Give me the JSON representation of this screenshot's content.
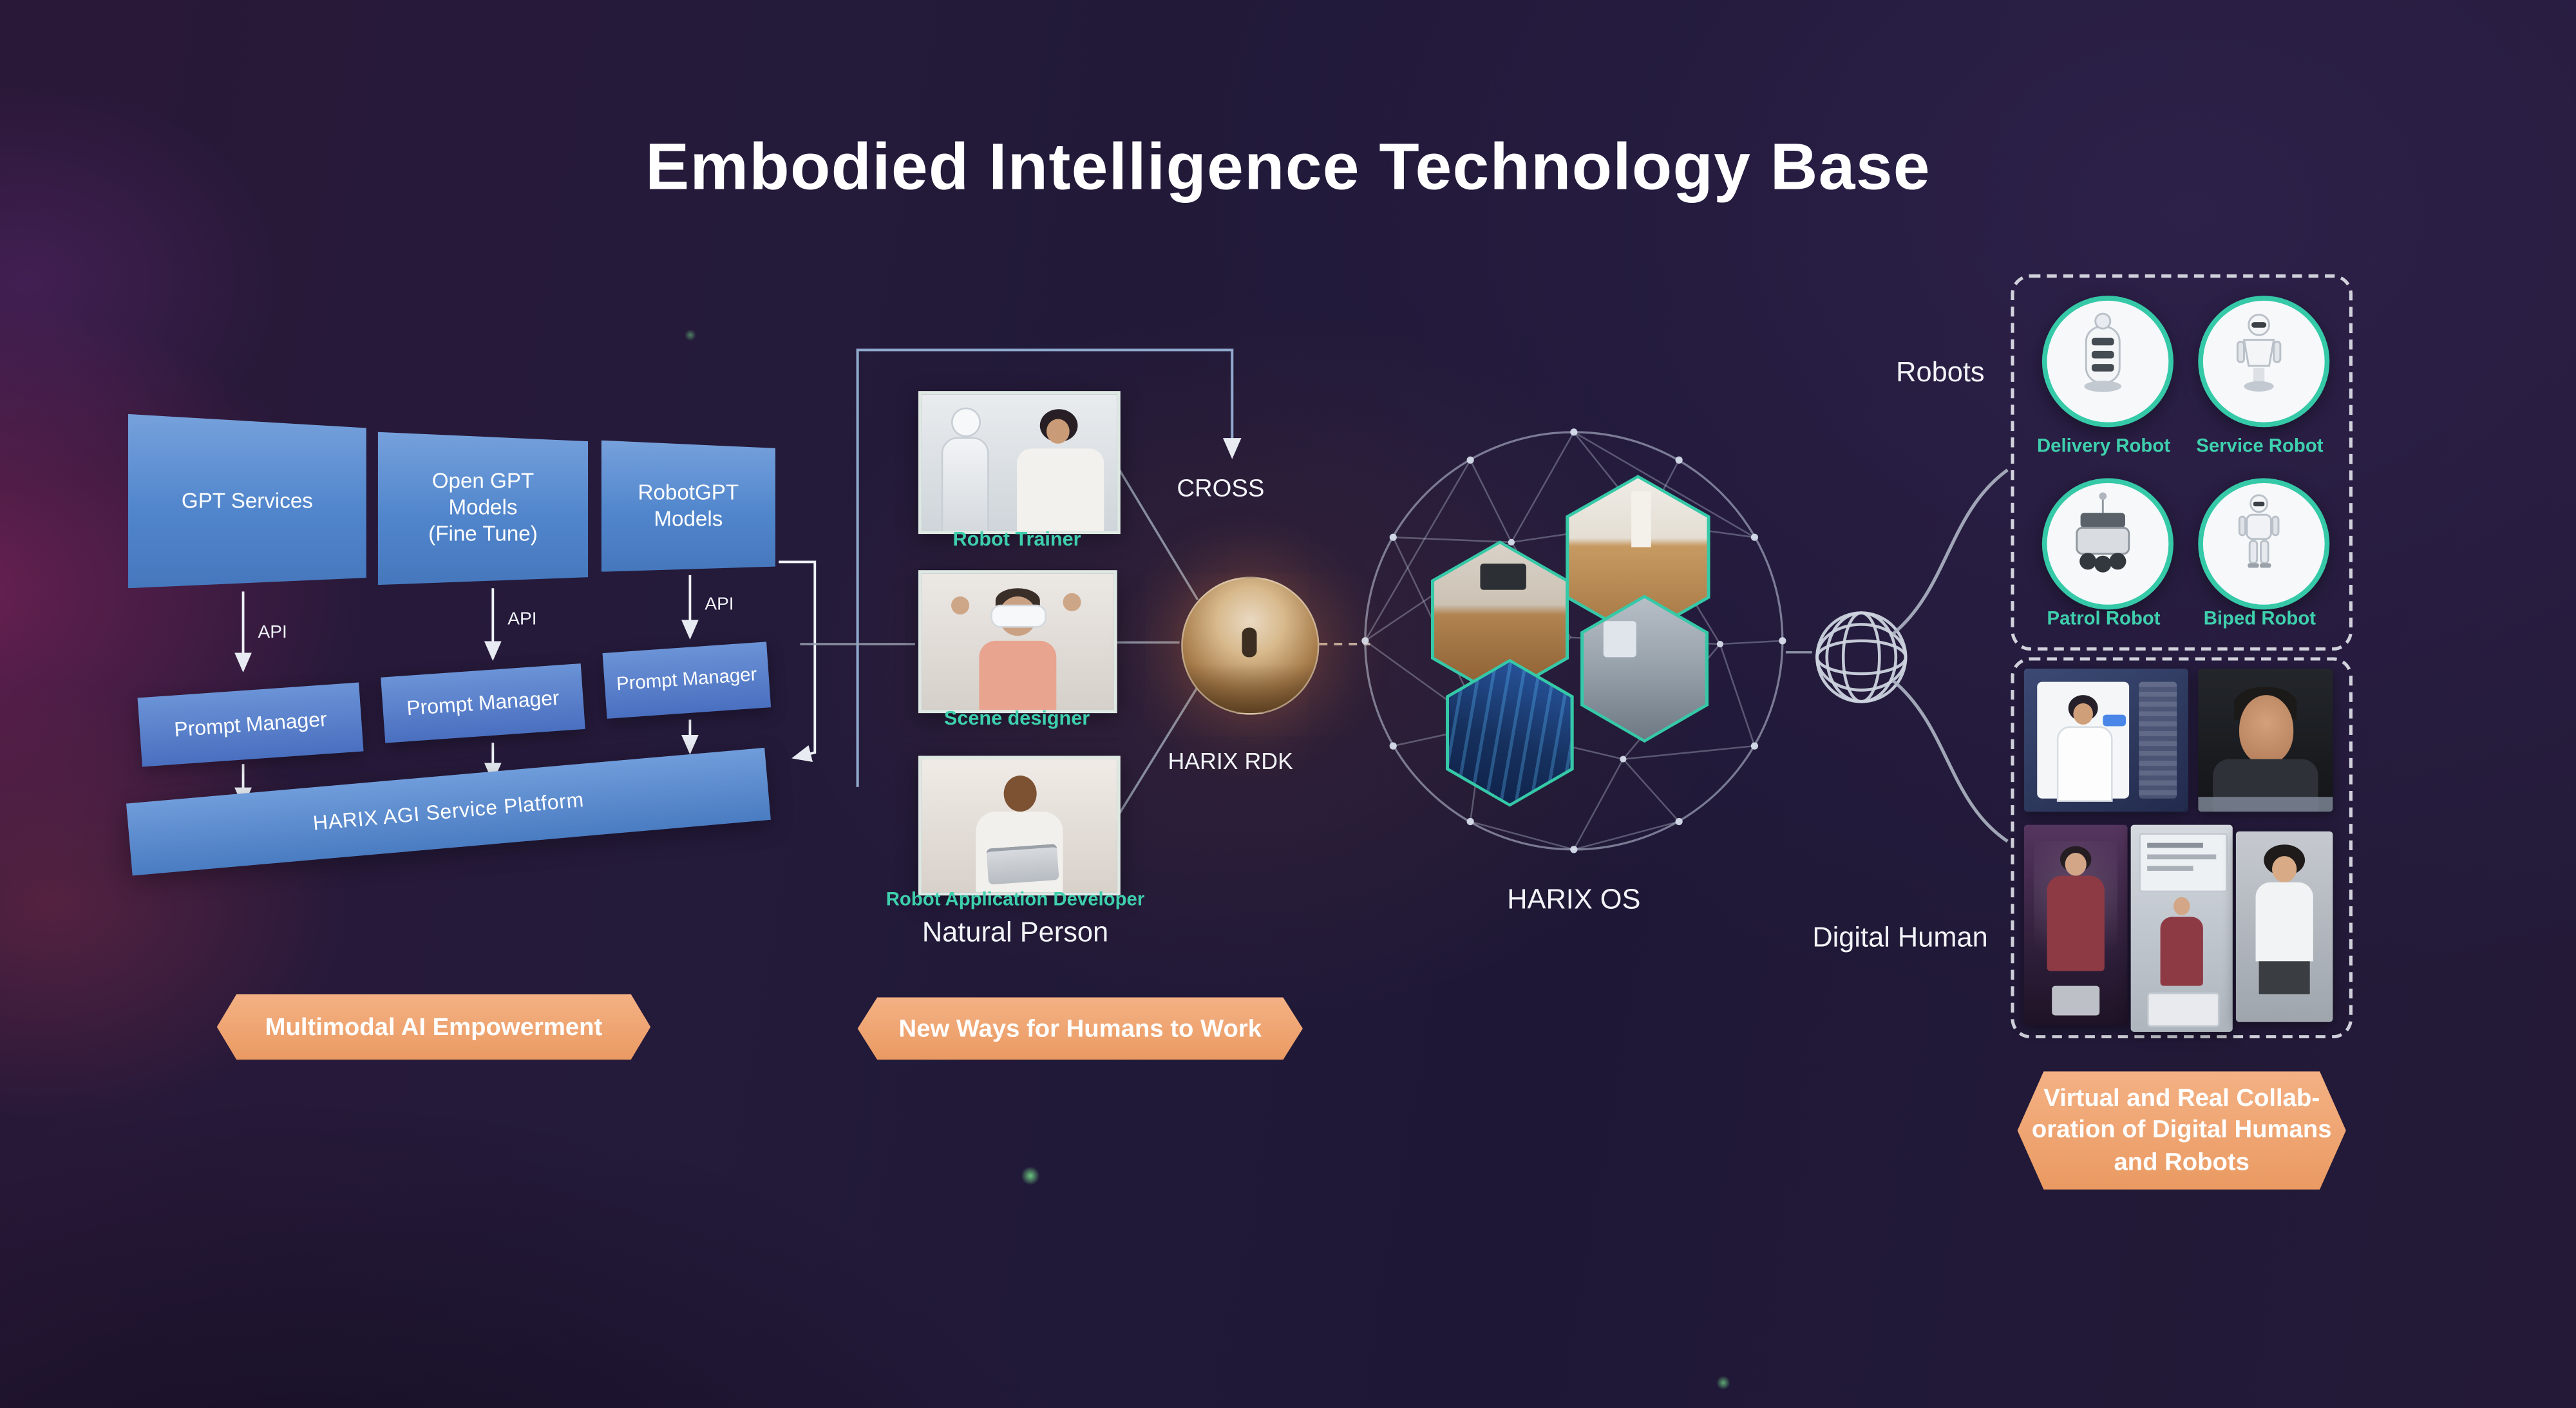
{
  "title": "Embodied Intelligence Technology Base",
  "colors": {
    "accent_orange": "#efa172",
    "teal": "#35c9a8",
    "blue": "#5b8fd4"
  },
  "ai_stack": {
    "boxes": [
      {
        "label": "GPT Services"
      },
      {
        "label": "Open GPT\nModels\n(Fine Tune)"
      },
      {
        "label": "RobotGPT\nModels"
      }
    ],
    "api_label": "API",
    "prompt_managers": [
      {
        "label": "Prompt Manager"
      },
      {
        "label": "Prompt Manager"
      },
      {
        "label": "Prompt Manager"
      }
    ],
    "platform_label": "HARIX AGI Service Platform",
    "banner": "Multimodal AI Empowerment"
  },
  "humans": {
    "cards": [
      {
        "caption": "Robot Trainer"
      },
      {
        "caption": "Scene designer"
      },
      {
        "caption": "Robot Application Developer"
      }
    ],
    "group_label": "Natural Person",
    "banner": "New Ways for Humans to Work"
  },
  "core": {
    "cross_label": "CROSS",
    "rdk_label": "HARIX RDK",
    "os_label": "HARIX OS"
  },
  "robots": {
    "group_label": "Robots",
    "items": [
      {
        "name": "Delivery Robot"
      },
      {
        "name": "Service Robot"
      },
      {
        "name": "Patrol Robot"
      },
      {
        "name": "Biped Robot"
      }
    ]
  },
  "digital_human": {
    "group_label": "Digital Human"
  },
  "collab_banner": {
    "text": "Virtual and Real Collab-\noration of Digital Humans\nand Robots"
  }
}
